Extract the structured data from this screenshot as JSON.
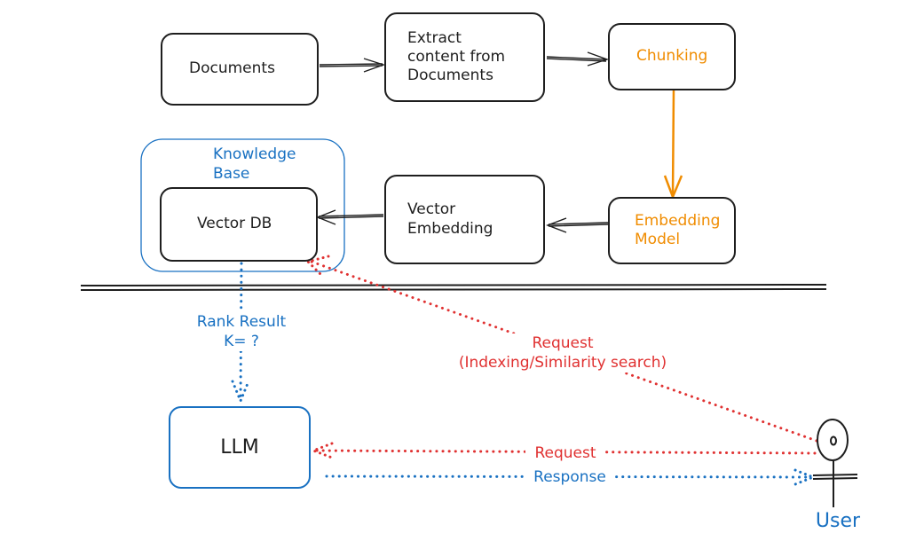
{
  "nodes": {
    "documents": "Documents",
    "extract": [
      "Extract",
      "content from",
      "Documents"
    ],
    "chunking": "Chunking",
    "knowledge_base": [
      "Knowledge",
      "Base"
    ],
    "vector_db": "Vector DB",
    "vector_embedding": [
      "Vector",
      "Embedding"
    ],
    "embedding_model": [
      "Embedding",
      "Model"
    ],
    "llm": "LLM",
    "user": "User"
  },
  "edges": {
    "rank_result": [
      "Rank Result",
      "K= ?"
    ],
    "request_index": [
      "Request",
      "(Indexing/Similarity search)"
    ],
    "request": "Request",
    "response": "Response"
  },
  "colors": {
    "stroke": "#1e1e1e",
    "blue": "#1971c2",
    "orange": "#f08c00",
    "red": "#e03131"
  }
}
